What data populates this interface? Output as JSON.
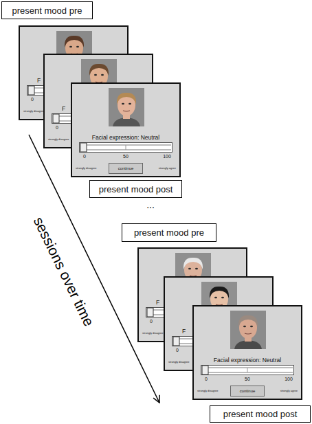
{
  "diagram": {
    "nodes": [
      {
        "text": [
          "present mood pre"
        ]
      },
      {
        "text": [
          "F",
          "0",
          "strongly disagree"
        ]
      },
      {
        "text": [
          "F",
          "0",
          "strongly disagree"
        ]
      },
      {
        "text": [
          "Facial expression: Neutral",
          "0",
          "50",
          "100",
          "strongly disagree",
          "strongly agree"
        ]
      },
      {
        "text": [
          "continue"
        ],
        "in": 3
      },
      {
        "text": [
          "present mood post"
        ]
      },
      {
        "text": [
          "present mood pre"
        ]
      },
      {
        "text": [
          "F",
          "0",
          "strongly disagree"
        ]
      },
      {
        "text": [
          "F",
          "0",
          "strongly disagree"
        ]
      },
      {
        "text": [
          "Facial expression: Neutral",
          "0",
          "50",
          "100",
          "strongly disagree",
          "strongly agree"
        ]
      },
      {
        "text": [
          "continue"
        ],
        "in": 9
      },
      {
        "text": [
          "present mood post"
        ]
      }
    ],
    "labels": [
      "sessions over time",
      "..."
    ]
  }
}
